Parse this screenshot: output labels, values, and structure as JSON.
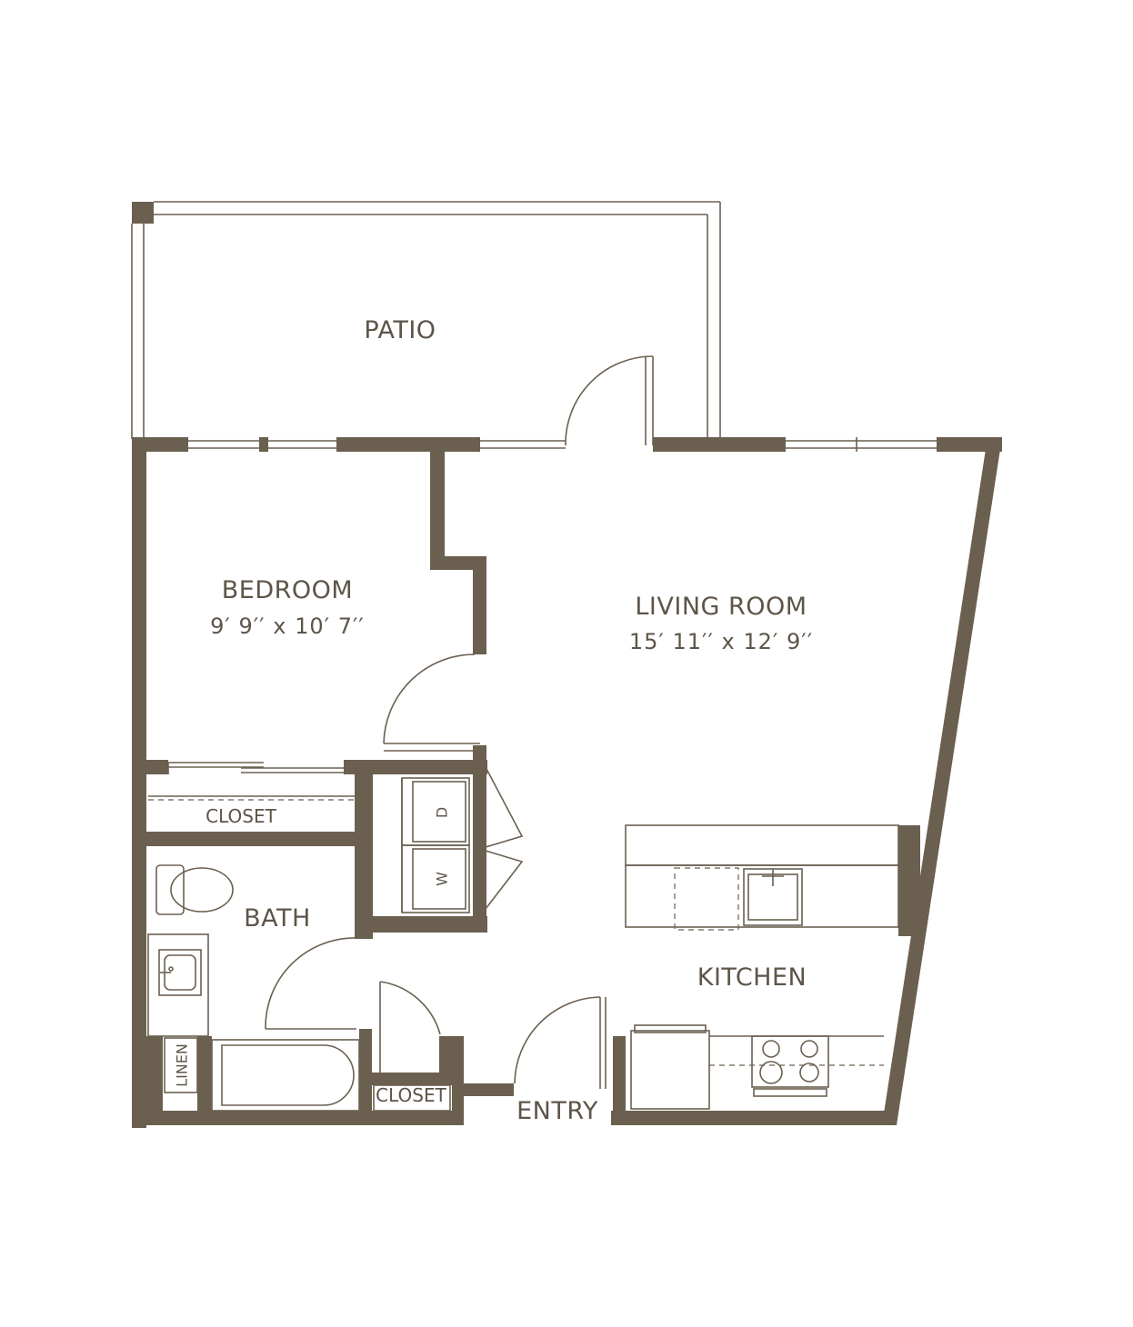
{
  "rooms": {
    "patio": {
      "label": "PATIO"
    },
    "bedroom": {
      "label": "BEDROOM",
      "dimensions": "9′ 9′′ x 10′ 7′′"
    },
    "living_room": {
      "label": "LIVING ROOM",
      "dimensions": "15′ 11′′ x 12′ 9′′"
    },
    "closet_bedroom": {
      "label": "CLOSET"
    },
    "bath": {
      "label": "BATH"
    },
    "linen": {
      "label": "LINEN"
    },
    "closet_entry": {
      "label": "CLOSET"
    },
    "kitchen": {
      "label": "KITCHEN"
    },
    "entry": {
      "label": "ENTRY"
    }
  },
  "appliances": {
    "dryer": "D",
    "washer": "W"
  },
  "colors": {
    "wall": "#6b6050",
    "text": "#5d5548",
    "background": "#ffffff"
  }
}
